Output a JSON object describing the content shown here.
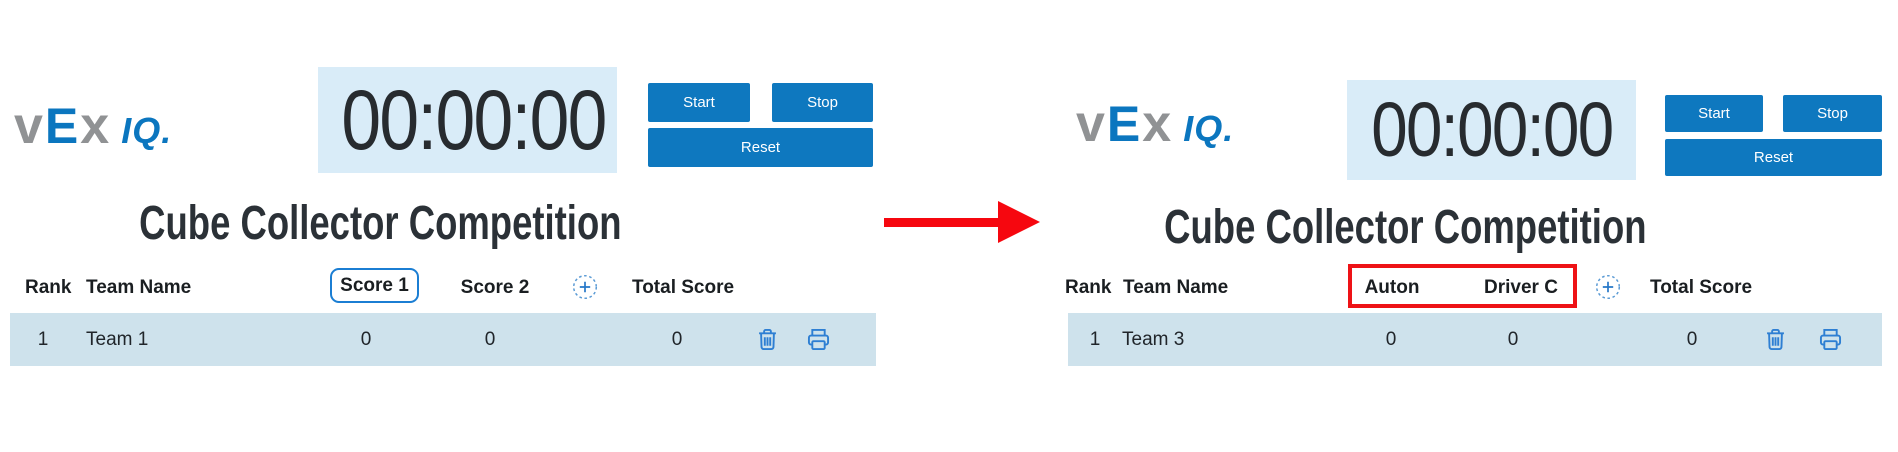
{
  "panels": [
    {
      "side": "before",
      "logo": {
        "v": "v",
        "e": "E",
        "x": "x",
        "iq": "IQ."
      },
      "timer_display": "00:00:00",
      "buttons": {
        "start": "Start",
        "stop": "Stop",
        "reset": "Reset"
      },
      "title": "Cube Collector Competition",
      "table": {
        "header": {
          "rank": "Rank",
          "team": "Team Name",
          "col1": "Score 1",
          "col2": "Score 2",
          "total": "Total Score"
        },
        "rows": [
          {
            "rank": "1",
            "team": "Team 1",
            "score1": "0",
            "score2": "0",
            "total": "0"
          }
        ]
      }
    },
    {
      "side": "after",
      "logo": {
        "v": "v",
        "e": "E",
        "x": "x",
        "iq": "IQ."
      },
      "timer_display": "00:00:00",
      "buttons": {
        "start": "Start",
        "stop": "Stop",
        "reset": "Reset"
      },
      "title": "Cube Collector Competition",
      "table": {
        "header": {
          "rank": "Rank",
          "team": "Team Name",
          "col1": "Auton",
          "col2": "Driver C",
          "total": "Total Score"
        },
        "rows": [
          {
            "rank": "1",
            "team": "Team 3",
            "score1": "0",
            "score2": "0",
            "total": "0"
          }
        ]
      }
    }
  ],
  "icons": {
    "add_column": "plus-circle-icon",
    "delete_row": "trash-icon",
    "print_row": "printer-icon",
    "transition": "red-arrow-right"
  },
  "annotations": {
    "before_highlight": "blue focused box around Score 1 header",
    "after_highlight": "red box around Auton and Driver C headers"
  },
  "colors": {
    "button_blue": "#0e78bf",
    "timer_background": "#d9ecf8",
    "row_background": "#cee2ec",
    "icon_blue": "#2e7fd3",
    "focus_box_blue": "#1b7ed3",
    "annotation_red": "#ee1216",
    "arrow_red": "#f6070f",
    "logo_gray": "#909294",
    "logo_blue": "#0b76bf",
    "title_text": "#2b3137"
  }
}
